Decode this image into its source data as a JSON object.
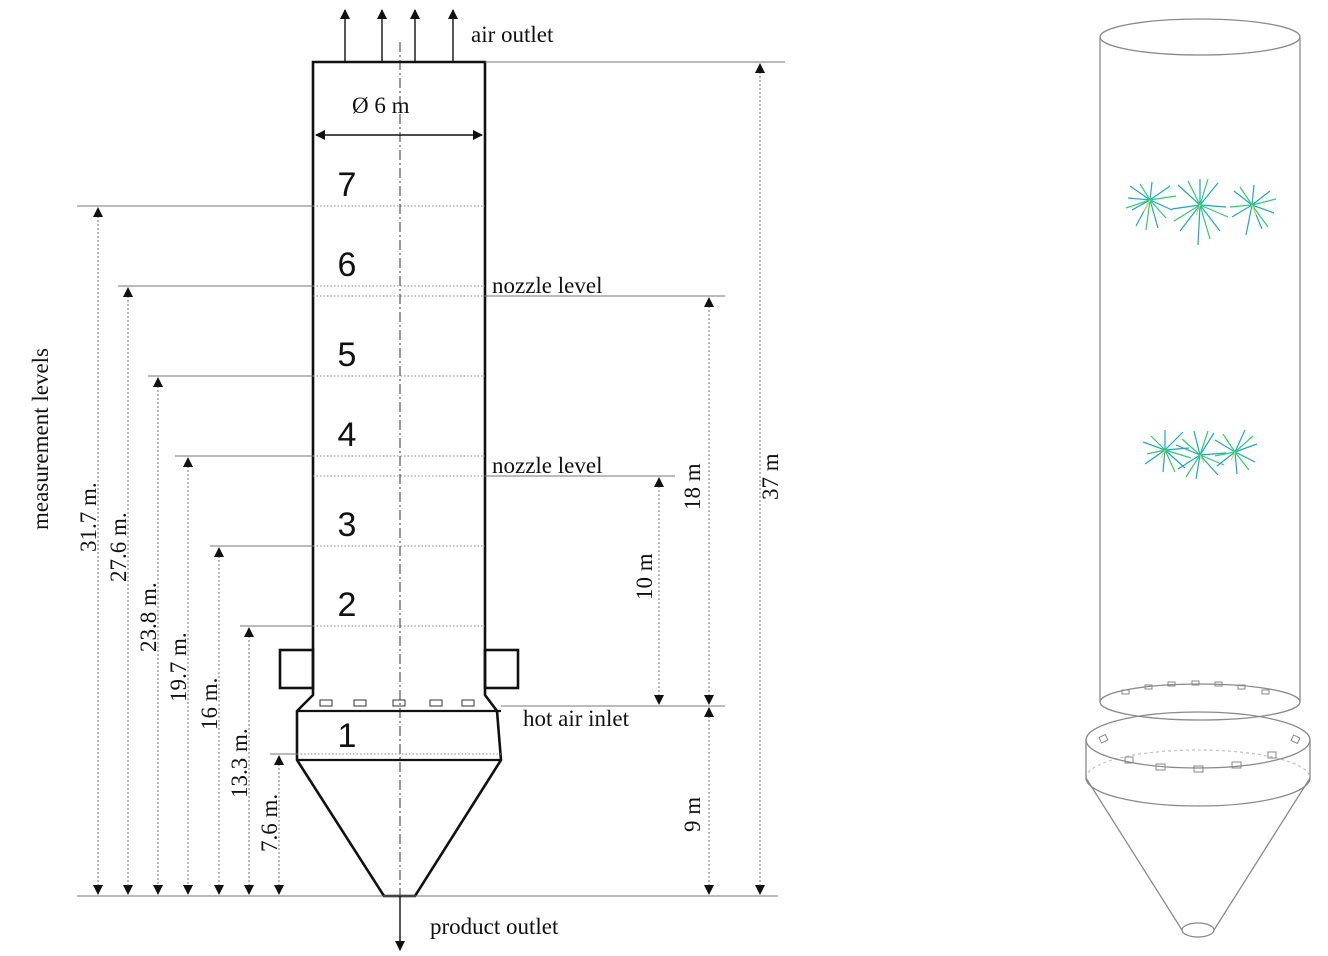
{
  "diagram": {
    "air_outlet": "air outlet",
    "diameter": "Ø 6 m",
    "zones": [
      "1",
      "2",
      "3",
      "4",
      "5",
      "6",
      "7"
    ],
    "nozzle_level_upper": "nozzle level",
    "nozzle_level_lower": "nozzle level",
    "hot_air_inlet": "hot air inlet",
    "product_outlet": "product outlet",
    "measurement_levels_title": "measurement levels",
    "measurement_levels": [
      "31.7 m.",
      "27.6 m.",
      "23.8 m.",
      "19.7 m.",
      "16 m.",
      "13.3 m.",
      "7.6 m."
    ],
    "dims": {
      "total": "37 m",
      "nozzle_upper": "18 m",
      "nozzle_lower": "10 m",
      "bottom": "9 m"
    }
  }
}
